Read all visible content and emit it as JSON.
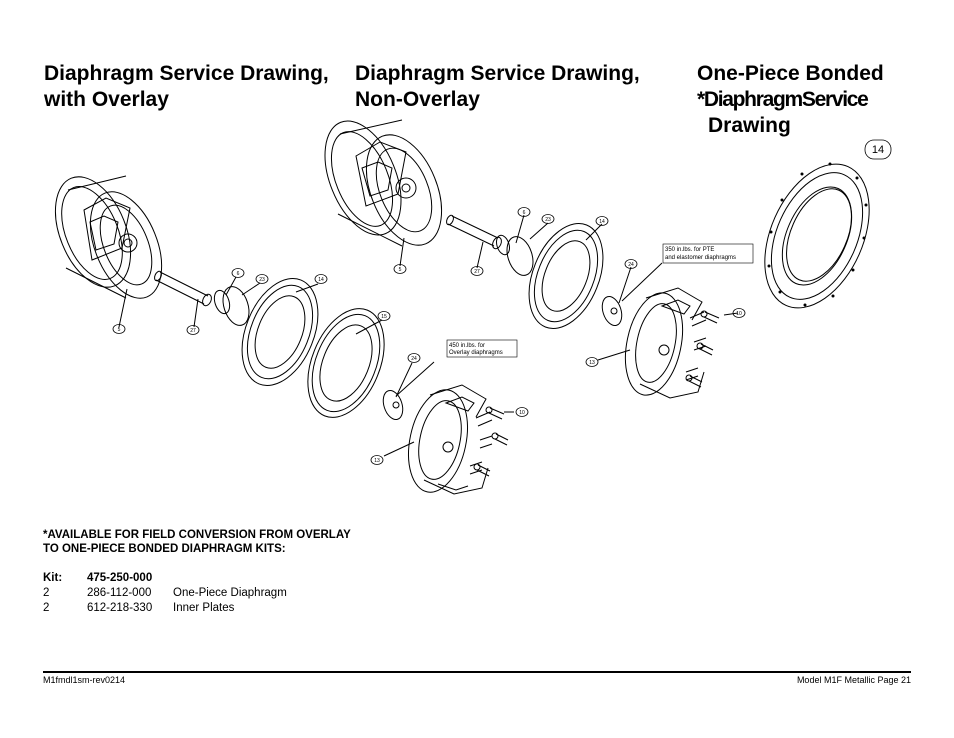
{
  "headings": {
    "overlay": [
      "Diaphragm Service Drawing,",
      "with Overlay"
    ],
    "non_overlay": [
      "Diaphragm Service Drawing,",
      "Non-Overlay"
    ],
    "bonded": [
      "One-Piece Bonded",
      "*DiaphragmService",
      "Drawing"
    ]
  },
  "callouts": {
    "c5": "5",
    "c27": "27",
    "c6": "6",
    "c23": "23",
    "c14": "14",
    "c15": "15",
    "c24": "24",
    "c10": "10",
    "c13": "13"
  },
  "torque_notes": {
    "overlay": [
      "450 in.lbs. for",
      "Overlay diaphragms"
    ],
    "non_overlay": [
      "350 in.lbs. for PTE",
      "and elastomer diaphragms"
    ]
  },
  "bonded_part_label": "14",
  "note": [
    "*AVAILABLE FOR FIELD CONVERSION FROM OVERLAY",
    "TO ONE-PIECE BONDED DIAPHRAGM KITS:"
  ],
  "kit": {
    "label": "Kit:",
    "number": "475-250-000",
    "items": [
      {
        "qty": "2",
        "part": "286-112-000",
        "desc": "One-Piece Diaphragm"
      },
      {
        "qty": "2",
        "part": "612-218-330",
        "desc": "Inner Plates"
      }
    ]
  },
  "footer": {
    "left": "M1fmdl1sm-rev0214",
    "right": "Model M1F Metallic Page 21"
  }
}
